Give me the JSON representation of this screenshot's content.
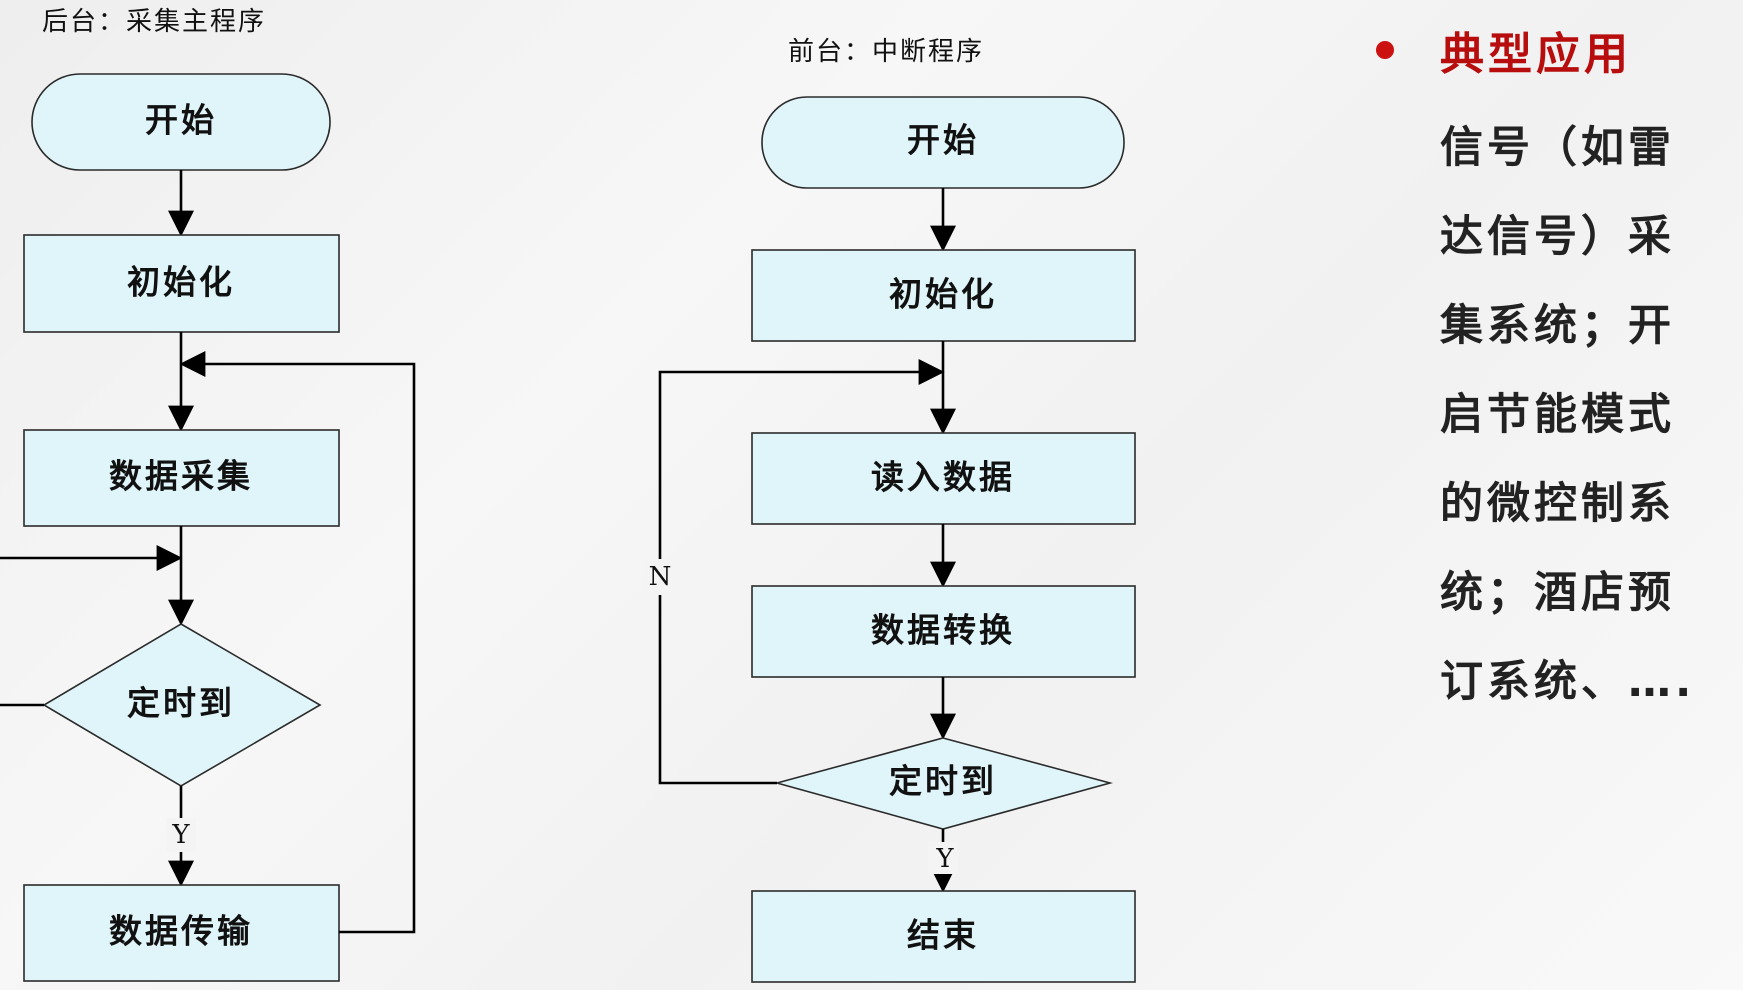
{
  "background_program": {
    "title": "后台：采集主程序",
    "start": "开始",
    "init": "初始化",
    "collect": "数据采集",
    "decision": "定时到",
    "yes_label": "Y",
    "transmit": "数据传输"
  },
  "foreground_program": {
    "title": "前台：中断程序",
    "start": "开始",
    "init": "初始化",
    "read": "读入数据",
    "convert": "数据转换",
    "decision": "定时到",
    "no_label": "N",
    "yes_label": "Y",
    "end": "结束"
  },
  "side_panel": {
    "heading": "典型应用",
    "body": "信号（如雷达信号）采集系统；开启节能模式的微控制系统；酒店预订系统、….",
    "bullet_color": "#cc1111",
    "heading_color": "#b80d0d"
  },
  "colors": {
    "node_fill": "#e0f5f9"
  }
}
